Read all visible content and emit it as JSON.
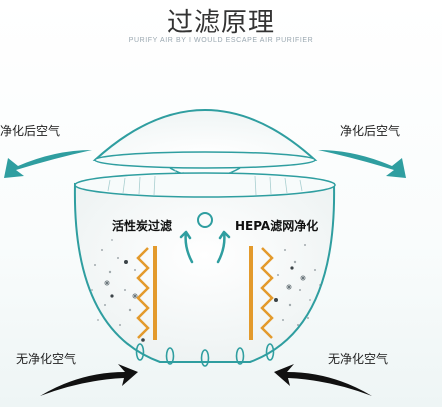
{
  "title": "过滤原理",
  "subtitle": "PURIFY AIR BY I WOULD ESCAPE AIR PURIFIER",
  "labels": {
    "clean_air_left": "净化后空气",
    "clean_air_right": "净化后空气",
    "dirty_air_left": "无净化空气",
    "dirty_air_right": "无净化空气",
    "carbon_filter": "活性炭过滤",
    "hepa_filter": "HEPA滤网净化"
  },
  "colors": {
    "teal": "#2f9ea0",
    "orange_zigzag": "#e39a2c",
    "arrow_dark": "#111111"
  }
}
